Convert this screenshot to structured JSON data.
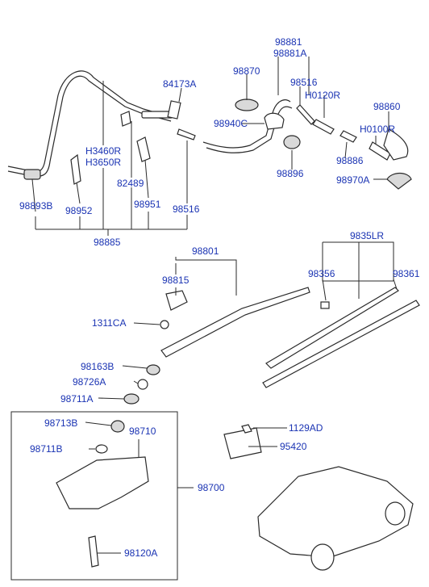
{
  "labels": {
    "p98881": "98881",
    "p98881A": "98881A",
    "p98870": "98870",
    "p84173A": "84173A",
    "p98516a": "98516",
    "pH0120R": "H0120R",
    "p98860": "98860",
    "p98940C": "98940C",
    "pH0100R": "H0100R",
    "pH3460R": "H3460R",
    "pH3650R": "H3650R",
    "p98886": "98886",
    "p98896": "98896",
    "p82489": "82489",
    "p98970A": "98970A",
    "p98893B": "98893B",
    "p98952": "98952",
    "p98951": "98951",
    "p98516b": "98516",
    "p98885": "98885",
    "p9835LR": "9835LR",
    "p98801": "98801",
    "p98356": "98356",
    "p98361": "98361",
    "p98815": "98815",
    "p1311CA": "1311CA",
    "p98163B": "98163B",
    "p98726A": "98726A",
    "p98711A": "98711A",
    "p98713B": "98713B",
    "p98710": "98710",
    "p98711B": "98711B",
    "p98700": "98700",
    "p1129AD": "1129AD",
    "p95420": "95420",
    "p98120A": "98120A"
  },
  "colors": {
    "label": "#1a33b3",
    "line": "#2a2a2a",
    "background": "#ffffff"
  }
}
